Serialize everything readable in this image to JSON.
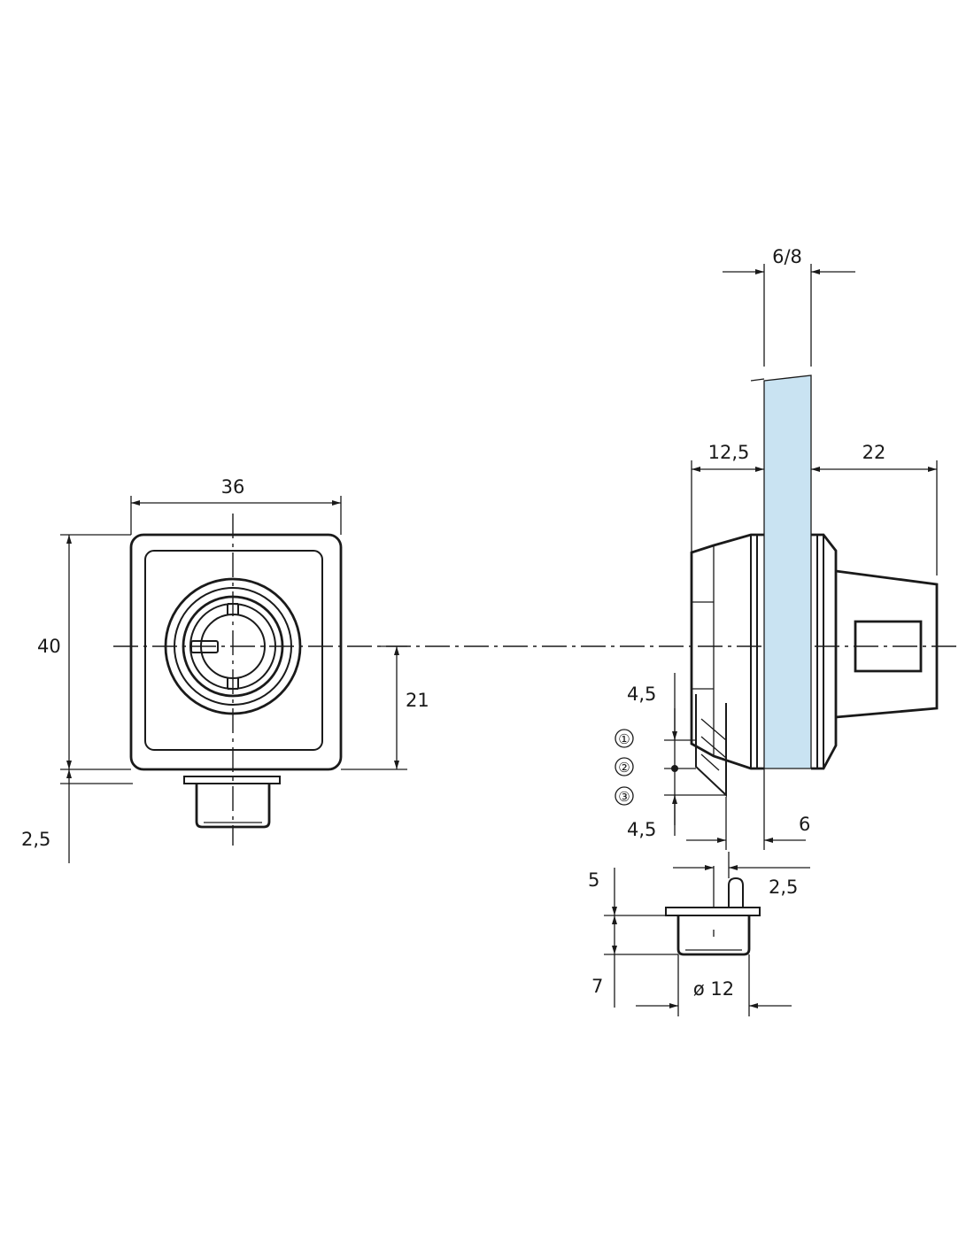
{
  "dimensions": {
    "width_36": "36",
    "height_40": "40",
    "center_21": "21",
    "bolt_2_5_left": "2,5",
    "glass_6_8": "6/8",
    "front_12_5": "12,5",
    "back_22": "22",
    "throw_4_5_top": "4,5",
    "throw_4_5_bottom": "4,5",
    "offset_6": "6",
    "pin_2_5": "2,5",
    "height_5": "5",
    "height_7": "7",
    "dia_12": "ø 12"
  },
  "positions": [
    "①",
    "②",
    "③"
  ],
  "colors": {
    "line": "#1a1a1a",
    "glass": "#c9e3f2"
  }
}
